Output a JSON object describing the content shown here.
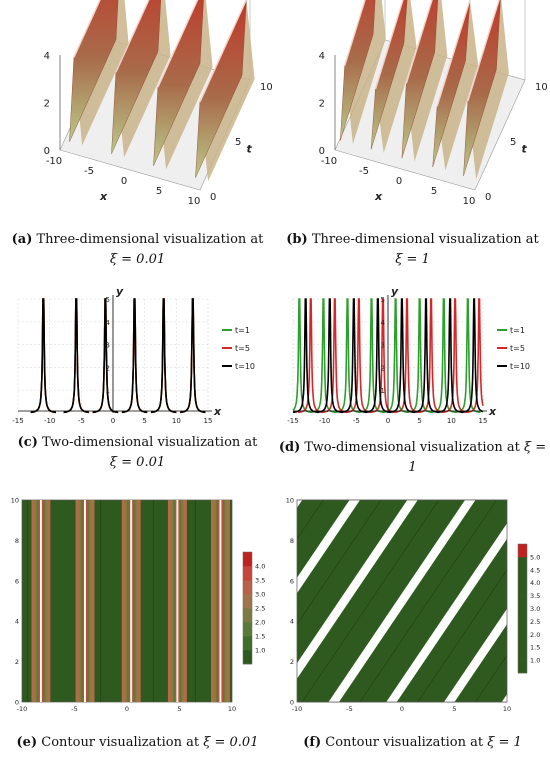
{
  "captions": [
    {
      "letter": "(a)",
      "text": " Three-dimensional visualization at",
      "math": "ξ = 0.01"
    },
    {
      "letter": "(b)",
      "text": " Three-dimensional visualization at",
      "math": "ξ = 1"
    },
    {
      "letter": "(c)",
      "text": " Two-dimensional visualization at",
      "math": "ξ = 0.01"
    },
    {
      "letter": "(d)",
      "text": " Two-dimensional visualization at ",
      "math": "ξ = 1"
    },
    {
      "letter": "(e)",
      "text": " Contour visualization at ",
      "math": "ξ = 0.01"
    },
    {
      "letter": "(f)",
      "text": " Contour visualization at ",
      "math": "ξ = 1"
    }
  ],
  "chart_data": [
    {
      "type": "area",
      "panel": "a",
      "xlabel": "x",
      "ylabel": "t",
      "x_ticks": [
        "-10",
        "-5",
        "0",
        "5",
        "10"
      ],
      "y_ticks": [
        "0",
        "5",
        "10"
      ],
      "z_ticks": [
        "0",
        "2",
        "4"
      ],
      "xlim": [
        -10,
        10
      ],
      "ylim": [
        0,
        10
      ],
      "zlim": [
        0,
        4
      ],
      "ridge_count": 4,
      "colors": {
        "top": "#c0392b",
        "bottom": "#b9c98a"
      }
    },
    {
      "type": "area",
      "panel": "b",
      "xlabel": "x",
      "ylabel": "t",
      "x_ticks": [
        "-10",
        "-5",
        "0",
        "5",
        "10"
      ],
      "y_ticks": [
        "0",
        "5",
        "10"
      ],
      "z_ticks": [
        "0",
        "2",
        "4"
      ],
      "xlim": [
        -10,
        10
      ],
      "ylim": [
        0,
        10
      ],
      "zlim": [
        0,
        4
      ],
      "ridge_count": 5,
      "colors": {
        "top": "#c0392b",
        "bottom": "#b9c98a"
      }
    },
    {
      "type": "line",
      "panel": "c",
      "xlabel": "x",
      "ylabel": "y",
      "x_ticks": [
        -15,
        -10,
        -5,
        0,
        5,
        10,
        15
      ],
      "y_ticks": [
        1,
        2,
        3,
        4,
        5
      ],
      "xlim": [
        -15,
        15
      ],
      "ylim": [
        0,
        5
      ],
      "cap": 5,
      "series": [
        {
          "name": "t=1",
          "color": "#2ca02c",
          "spike_centers": [
            -11.0,
            -5.8,
            -1.2,
            3.4,
            8.0,
            12.6
          ]
        },
        {
          "name": "t=5",
          "color": "#d62728",
          "spike_centers": [
            -11.0,
            -5.8,
            -1.2,
            3.4,
            8.0,
            12.6
          ]
        },
        {
          "name": "t=10",
          "color": "#000000",
          "spike_centers": [
            -11.0,
            -5.8,
            -1.2,
            3.4,
            8.0,
            12.6
          ]
        }
      ],
      "legend": "right"
    },
    {
      "type": "line",
      "panel": "d",
      "xlabel": "x",
      "ylabel": "y",
      "x_ticks": [
        -15,
        -10,
        -5,
        0,
        5,
        10,
        15
      ],
      "y_ticks": [
        1,
        2,
        3,
        4,
        5
      ],
      "xlim": [
        -15,
        15
      ],
      "ylim": [
        0,
        5
      ],
      "cap": 5,
      "series": [
        {
          "name": "t=1",
          "color": "#2ca02c",
          "spike_centers": [
            -14.0,
            -10.2,
            -6.4,
            -2.6,
            1.2,
            5.0,
            8.8,
            12.6
          ]
        },
        {
          "name": "t=5",
          "color": "#d62728",
          "spike_centers": [
            -12.2,
            -8.4,
            -4.6,
            -0.8,
            3.0,
            6.8,
            10.6,
            14.4
          ]
        },
        {
          "name": "t=10",
          "color": "#000000",
          "spike_centers": [
            -13.0,
            -9.2,
            -5.4,
            -1.6,
            2.2,
            6.0,
            9.8,
            13.6
          ]
        }
      ],
      "legend": "right"
    },
    {
      "type": "heatmap",
      "panel": "e",
      "x_ticks": [
        -10,
        -5,
        0,
        5,
        10
      ],
      "y_ticks": [
        0,
        2,
        4,
        6,
        8,
        10
      ],
      "xlim": [
        -10,
        10
      ],
      "ylim": [
        0,
        10
      ],
      "colorbar_ticks": [
        "1.0",
        "1.5",
        "2.0",
        "2.5",
        "3.0",
        "3.5",
        "4.0"
      ],
      "colorbar_colors": [
        "#2f5a1f",
        "#3f6d2a",
        "#5b7a38",
        "#7d7a45",
        "#a0744c",
        "#b9614a",
        "#c8453a",
        "#c0221f"
      ]
    },
    {
      "type": "heatmap",
      "panel": "f",
      "x_ticks": [
        -10,
        -5,
        0,
        5,
        10
      ],
      "y_ticks": [
        0,
        2,
        4,
        6,
        8,
        10
      ],
      "xlim": [
        -10,
        10
      ],
      "ylim": [
        0,
        10
      ],
      "colorbar_ticks": [
        "1.0",
        "1.5",
        "2.0",
        "2.5",
        "3.0",
        "3.5",
        "4.0",
        "4.5",
        "5.0"
      ],
      "colorbar_colors": [
        "#2f5a1f",
        "#2f5a1f",
        "#2f5a1f",
        "#2f5a1f",
        "#2f5a1f",
        "#2f5a1f",
        "#2f5a1f",
        "#2f5a1f",
        "#2f5a1f",
        "#c0221f"
      ]
    }
  ]
}
